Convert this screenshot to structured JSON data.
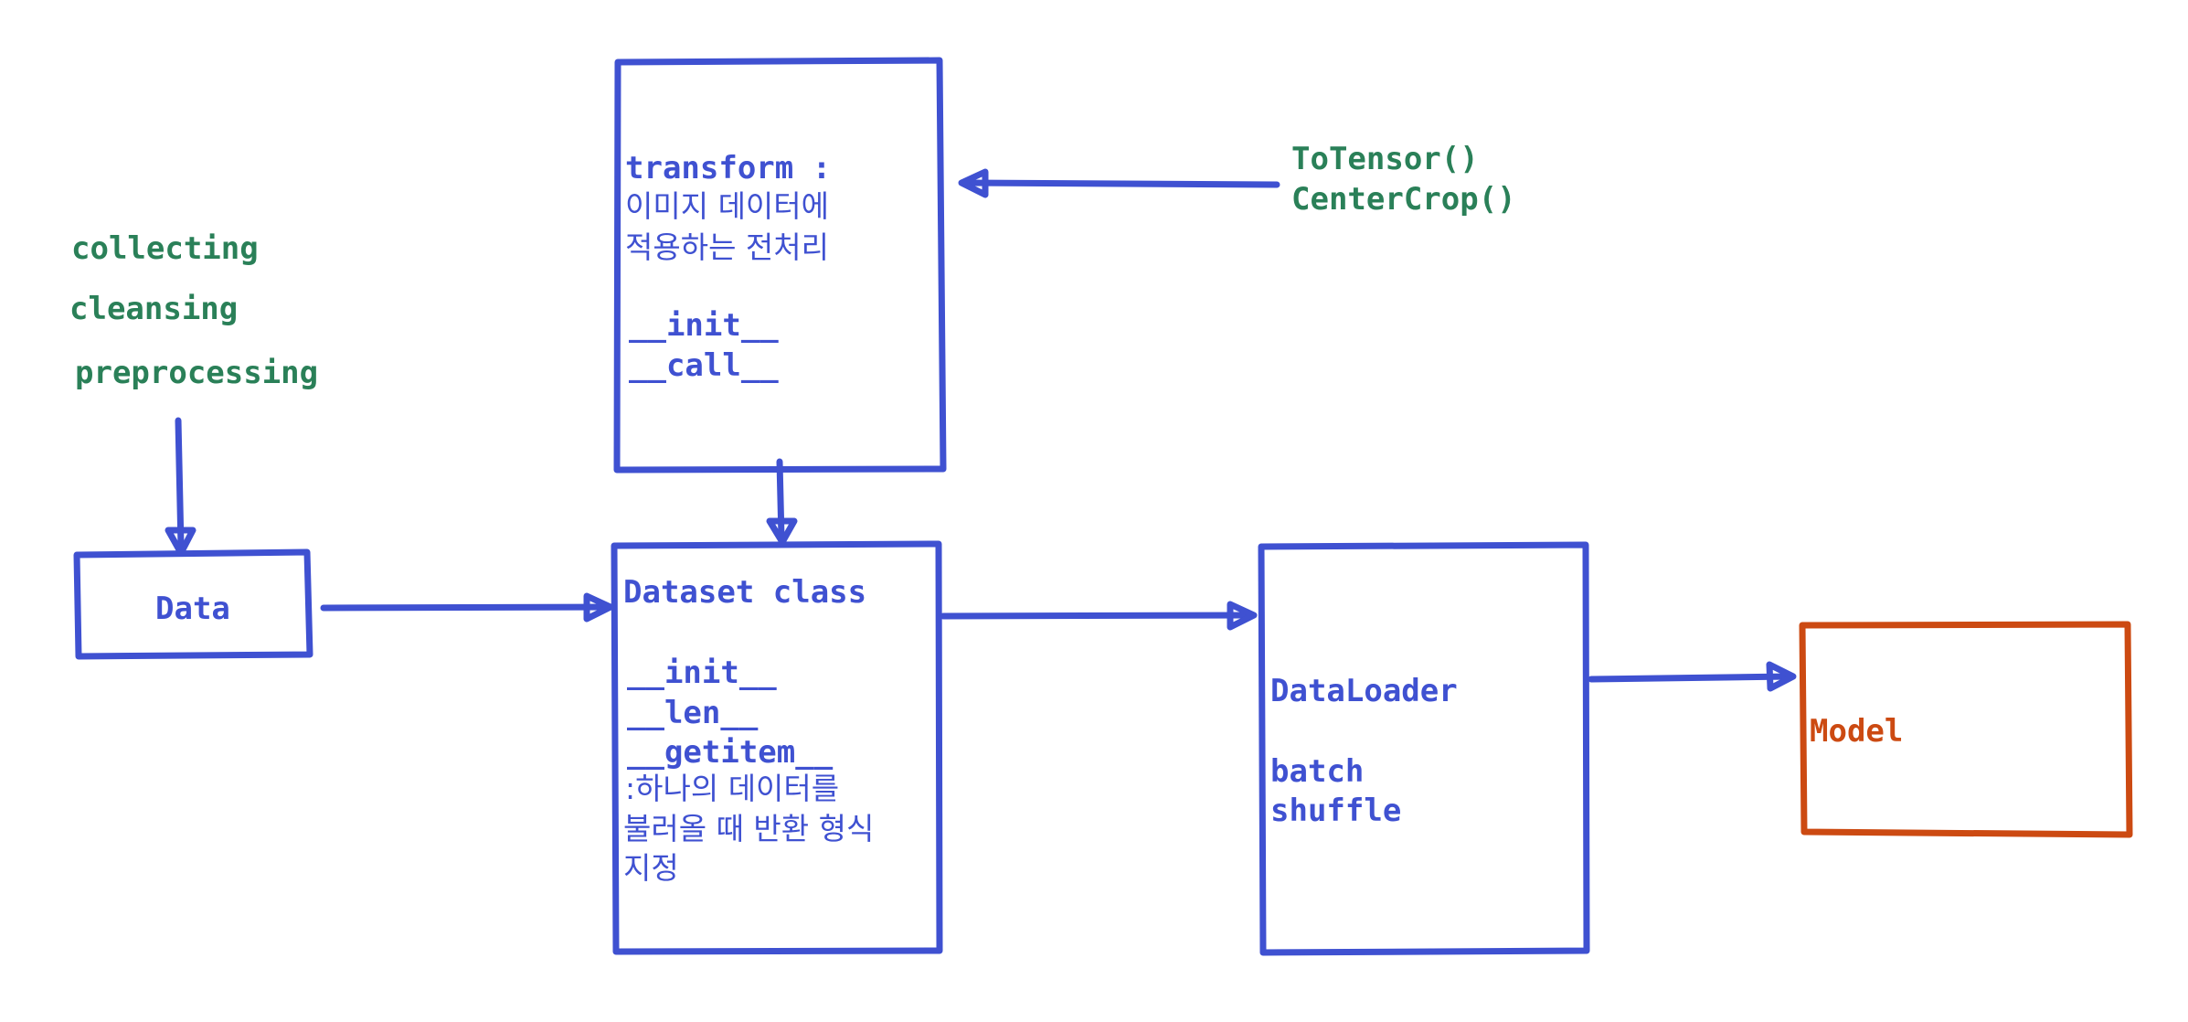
{
  "colors": {
    "blue": "#3f51d1",
    "green": "#2a8058",
    "orange": "#cc4a12",
    "background": "#ffffff"
  },
  "steps": {
    "collecting": "collecting",
    "cleansing": "cleansing",
    "preprocessing": "preprocessing"
  },
  "data_box": {
    "label": "Data"
  },
  "transform_box": {
    "title": "transform :",
    "desc_line1": "이미지 데이터에",
    "desc_line2": "적용하는 전처리",
    "method1": "__init__",
    "method2": "__call__"
  },
  "transform_examples": {
    "item1": "ToTensor()",
    "item2": "CenterCrop()"
  },
  "dataset_box": {
    "title": "Dataset class",
    "method1": "__init__",
    "method2": "__len__",
    "method3": "__getitem__",
    "desc_line1": ":하나의 데이터를",
    "desc_line2": "불러올 때 반환 형식",
    "desc_line3": "지정"
  },
  "dataloader_box": {
    "title": "DataLoader",
    "param1": "batch",
    "param2": "shuffle"
  },
  "model_box": {
    "label": "Model"
  }
}
